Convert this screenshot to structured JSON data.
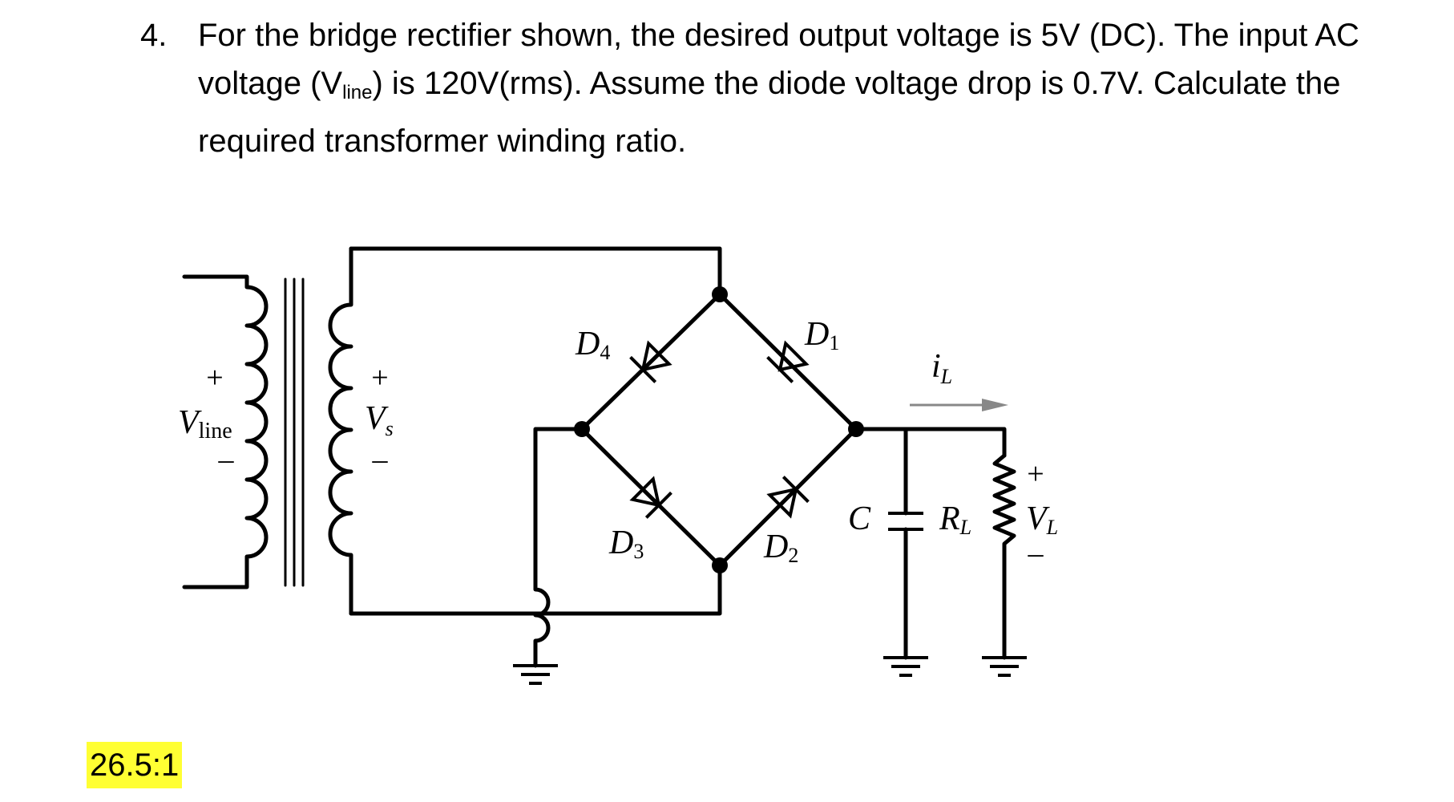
{
  "question": {
    "number": "4.",
    "text_part1": "For the bridge rectifier shown, the desired output voltage is 5V (DC). The input AC voltage (V",
    "text_sub": "line",
    "text_part2": ") is 120V(rms). Assume the diode voltage drop is 0.7V. Calculate the required transformer winding ratio."
  },
  "circuit": {
    "vline_label": "V",
    "vline_sub": "line",
    "vline_plus": "+",
    "vline_minus": "–",
    "vs_label": "V",
    "vs_sub": "s",
    "vs_plus": "+",
    "vs_minus": "–",
    "d1_label": "D",
    "d1_sub": "1",
    "d2_label": "D",
    "d2_sub": "2",
    "d3_label": "D",
    "d3_sub": "3",
    "d4_label": "D",
    "d4_sub": "4",
    "il_label": "i",
    "il_sub": "L",
    "c_label": "C",
    "rl_label": "R",
    "rl_sub": "L",
    "vl_label": "V",
    "vl_sub": "L",
    "vl_plus": "+",
    "vl_minus": "–"
  },
  "answer": "26.5:1"
}
